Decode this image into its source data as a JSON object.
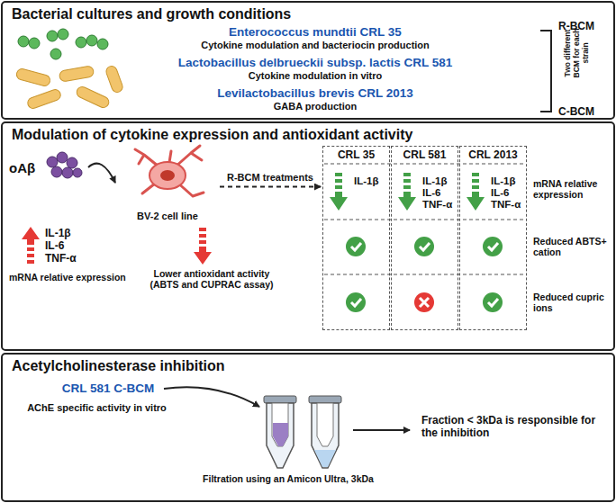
{
  "diagram": {
    "nodes": [
      {
        "text": [
          "Bacterial cultures and growth conditions"
        ]
      },
      {
        "text": [
          "Modulation of cytokine expression and antioxidant activity"
        ]
      },
      {
        "text": [
          "Acetylcholinesterase inhibition"
        ]
      },
      {
        "text": [
          "oAβ"
        ],
        "in": 1
      },
      {
        "text": [
          "BV-2 cell line"
        ],
        "in": 1
      },
      {
        "text": [
          "CRL 35",
          "IL-1β"
        ],
        "in": 1
      },
      {
        "text": [
          "CRL 581",
          "IL-1β",
          "IL-6",
          "TNF-α"
        ],
        "in": 1
      },
      {
        "text": [
          "CRL 2013",
          "IL-1β",
          "IL-6",
          "TNF-α"
        ],
        "in": 1
      }
    ],
    "edges": [
      {
        "from": 3,
        "to": 4,
        "arrow": "to"
      },
      {
        "from": 4,
        "to": 5,
        "label": "R-BCM treatments",
        "arrow": "to"
      }
    ],
    "labels": [
      "Enterococcus mundtii CRL 35",
      "Cytokine modulation and bacteriocin production",
      "Lactobacillus delbrueckii subsp. lactis CRL 581",
      "Cytokine modulation in vitro",
      "Levilactobacillus brevis CRL 2013",
      "GABA production",
      "R-BCM",
      "C-BCM",
      "Two different BCM for each strain",
      "IL-1β",
      "IL-6",
      "TNF-α",
      "mRNA relative expression",
      "Lower antioxidant activity (ABTS and CUPRAC assay)",
      "mRNA relative expression",
      "Reduced ABTS+ cation",
      "Reduced cupric ions",
      "CRL 581 C-BCM",
      "AChE specific activity in vitro",
      "Filtration using an Amicon Ultra, 3kDa",
      "Fraction < 3kDa is responsible for the inhibition"
    ]
  }
}
